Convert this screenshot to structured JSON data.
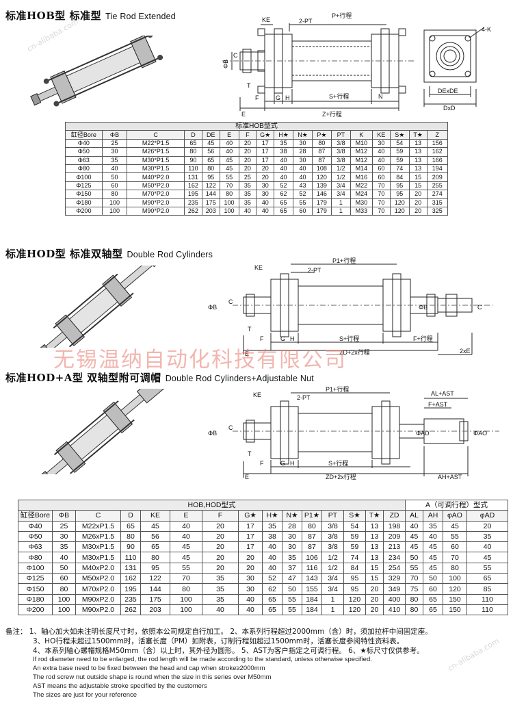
{
  "sections": {
    "hob": {
      "title_cn": "标准HOB型 标准型",
      "title_en": "Tie Rod Extended"
    },
    "hod": {
      "title_cn": "标准HOD型 标准双轴型",
      "title_en": "Double Rod Cylinders"
    },
    "hoda": {
      "title_cn": "标准HOD+A型  双轴型附可调帽",
      "title_en": "Double Rod Cylinders+Adjustable Nut"
    }
  },
  "watermark": "无锡温纳自动化科技有限公司",
  "watermark_corner": "cn-alibaba.com",
  "drawing1": {
    "ke": "KE",
    "pt": "2-PT",
    "p": "P+行程",
    "phib": "ΦB",
    "c": "C",
    "t": "T",
    "f": "F",
    "g": "G",
    "h": "H",
    "s": "S+行程",
    "n": "N",
    "e": "E",
    "z": "Z+行程",
    "k": "4-K",
    "dexde": "DExDE",
    "dxd": "DxD"
  },
  "drawing2": {
    "ke": "KE",
    "pt": "2-PT",
    "p1": "P1+行程",
    "phib": "ΦB",
    "phib2": "ΦB",
    "c": "C",
    "c2": "C",
    "t": "T",
    "f": "F",
    "g": "G",
    "h": "H",
    "s": "S+行程",
    "fs": "F+行程",
    "e": "E",
    "zd": "ZD+2x行程",
    "ex": "2xE"
  },
  "drawing3": {
    "ke": "KE",
    "pt": "2-PT",
    "p1": "P1+行程",
    "phib": "ΦB",
    "c": "C",
    "t": "T",
    "f": "F",
    "g": "G",
    "h": "H",
    "s": "S+行程",
    "e": "E",
    "zd": "ZD+2x行程",
    "al": "AL+AST",
    "fast": "F+AST",
    "phiad": "ΦAD",
    "phiao": "ΦAO",
    "ah": "AH+AST"
  },
  "table1": {
    "title": "标准HOB型式",
    "headers": [
      "缸径Bore",
      "ΦB",
      "C",
      "D",
      "DE",
      "E",
      "F",
      "G★",
      "H★",
      "N★",
      "P★",
      "PT",
      "K",
      "KE",
      "S★",
      "T★",
      "Z"
    ],
    "rows": [
      [
        "Φ40",
        "25",
        "M22*P1.5",
        "65",
        "45",
        "40",
        "20",
        "17",
        "35",
        "30",
        "80",
        "3/8",
        "M10",
        "30",
        "54",
        "13",
        "156"
      ],
      [
        "Φ50",
        "30",
        "M26*P1.5",
        "80",
        "56",
        "40",
        "20",
        "17",
        "38",
        "28",
        "87",
        "3/8",
        "M12",
        "40",
        "59",
        "13",
        "162"
      ],
      [
        "Φ63",
        "35",
        "M30*P1.5",
        "90",
        "65",
        "45",
        "20",
        "17",
        "40",
        "30",
        "87",
        "3/8",
        "M12",
        "40",
        "59",
        "13",
        "166"
      ],
      [
        "Φ80",
        "40",
        "M30*P1.5",
        "110",
        "80",
        "45",
        "20",
        "20",
        "40",
        "40",
        "108",
        "1/2",
        "M14",
        "60",
        "74",
        "13",
        "194"
      ],
      [
        "Φ100",
        "50",
        "M40*P2.0",
        "131",
        "95",
        "55",
        "25",
        "20",
        "40",
        "40",
        "120",
        "1/2",
        "M16",
        "60",
        "84",
        "15",
        "209"
      ],
      [
        "Φ125",
        "60",
        "M50*P2.0",
        "162",
        "122",
        "70",
        "35",
        "30",
        "52",
        "43",
        "139",
        "3/4",
        "M22",
        "70",
        "95",
        "15",
        "255"
      ],
      [
        "Φ150",
        "80",
        "M70*P2.0",
        "195",
        "144",
        "80",
        "35",
        "30",
        "62",
        "52",
        "146",
        "3/4",
        "M24",
        "70",
        "95",
        "20",
        "274"
      ],
      [
        "Φ180",
        "100",
        "M90*P2.0",
        "235",
        "175",
        "100",
        "35",
        "40",
        "65",
        "55",
        "179",
        "1",
        "M30",
        "70",
        "120",
        "20",
        "315"
      ],
      [
        "Φ200",
        "100",
        "M90*P2.0",
        "262",
        "203",
        "100",
        "40",
        "40",
        "65",
        "60",
        "179",
        "1",
        "M33",
        "70",
        "120",
        "20",
        "325"
      ]
    ]
  },
  "table2": {
    "title": "HOB,HOD型式",
    "title_a": "A（可调行程）型式",
    "headers": [
      "缸径Bore",
      "ΦB",
      "C",
      "D",
      "KE",
      "E",
      "F",
      "G★",
      "H★",
      "N★",
      "P1★",
      "PT",
      "S★",
      "T★",
      "ZD",
      "AL",
      "AH",
      "φAO",
      "φAD"
    ],
    "rows": [
      [
        "Φ40",
        "25",
        "M22xP1.5",
        "65",
        "45",
        "40",
        "20",
        "17",
        "35",
        "28",
        "80",
        "3/8",
        "54",
        "13",
        "198",
        "40",
        "35",
        "45",
        "20"
      ],
      [
        "Φ50",
        "30",
        "M26xP1.5",
        "80",
        "56",
        "40",
        "20",
        "17",
        "38",
        "30",
        "87",
        "3/8",
        "59",
        "13",
        "209",
        "45",
        "40",
        "55",
        "35"
      ],
      [
        "Φ63",
        "35",
        "M30xP1.5",
        "90",
        "65",
        "45",
        "20",
        "17",
        "40",
        "30",
        "87",
        "3/8",
        "59",
        "13",
        "213",
        "45",
        "45",
        "60",
        "40"
      ],
      [
        "Φ80",
        "40",
        "M30xP1.5",
        "110",
        "80",
        "45",
        "20",
        "20",
        "40",
        "35",
        "106",
        "1/2",
        "74",
        "13",
        "234",
        "50",
        "45",
        "70",
        "45"
      ],
      [
        "Φ100",
        "50",
        "M40xP2.0",
        "131",
        "95",
        "55",
        "20",
        "20",
        "40",
        "37",
        "116",
        "1/2",
        "84",
        "15",
        "254",
        "55",
        "45",
        "80",
        "55"
      ],
      [
        "Φ125",
        "60",
        "M50xP2.0",
        "162",
        "122",
        "70",
        "35",
        "30",
        "52",
        "47",
        "143",
        "3/4",
        "95",
        "15",
        "329",
        "70",
        "50",
        "100",
        "65"
      ],
      [
        "Φ150",
        "80",
        "M70xP2.0",
        "195",
        "144",
        "80",
        "35",
        "30",
        "62",
        "50",
        "155",
        "3/4",
        "95",
        "20",
        "349",
        "75",
        "60",
        "120",
        "85"
      ],
      [
        "Φ180",
        "100",
        "M90xP2.0",
        "235",
        "175",
        "100",
        "35",
        "40",
        "65",
        "55",
        "184",
        "1",
        "120",
        "20",
        "400",
        "80",
        "65",
        "150",
        "110"
      ],
      [
        "Φ200",
        "100",
        "M90xP2.0",
        "262",
        "203",
        "100",
        "40",
        "40",
        "65",
        "55",
        "184",
        "1",
        "120",
        "20",
        "410",
        "80",
        "65",
        "150",
        "110"
      ]
    ]
  },
  "notes": {
    "line1": "备注： 1、轴心加大如未注明长度尺寸时，依照本公司规定自行加工。 2、本系列行程超过2000mm（含）时，须加拉杆中间固定座。",
    "line2": "3、HO行程未超过1500mm时，活塞长度（PM）如附表，订制行程如超过1500mm时，活塞长度参阅特性资料表。",
    "line3": "4、本系列轴心螺帽规格M50mm（含）以上时，其外径为圆形。 5、AST为客户指定之可调行程。 6、★标尺寸仅供参考。",
    "en1": "If rod diameter need to be enlarged, the rod length will be made according to the standard, unless otherwise specified.",
    "en2": "An extra base need to be fixed between the head and cap when stroke≥2000mm",
    "en3": "The rod screw nut outside shape is round when the size in this series over M50mm",
    "en4": "AST means the adjustable stroke specified by the customers",
    "en5": "The sizes are just for your reference"
  }
}
